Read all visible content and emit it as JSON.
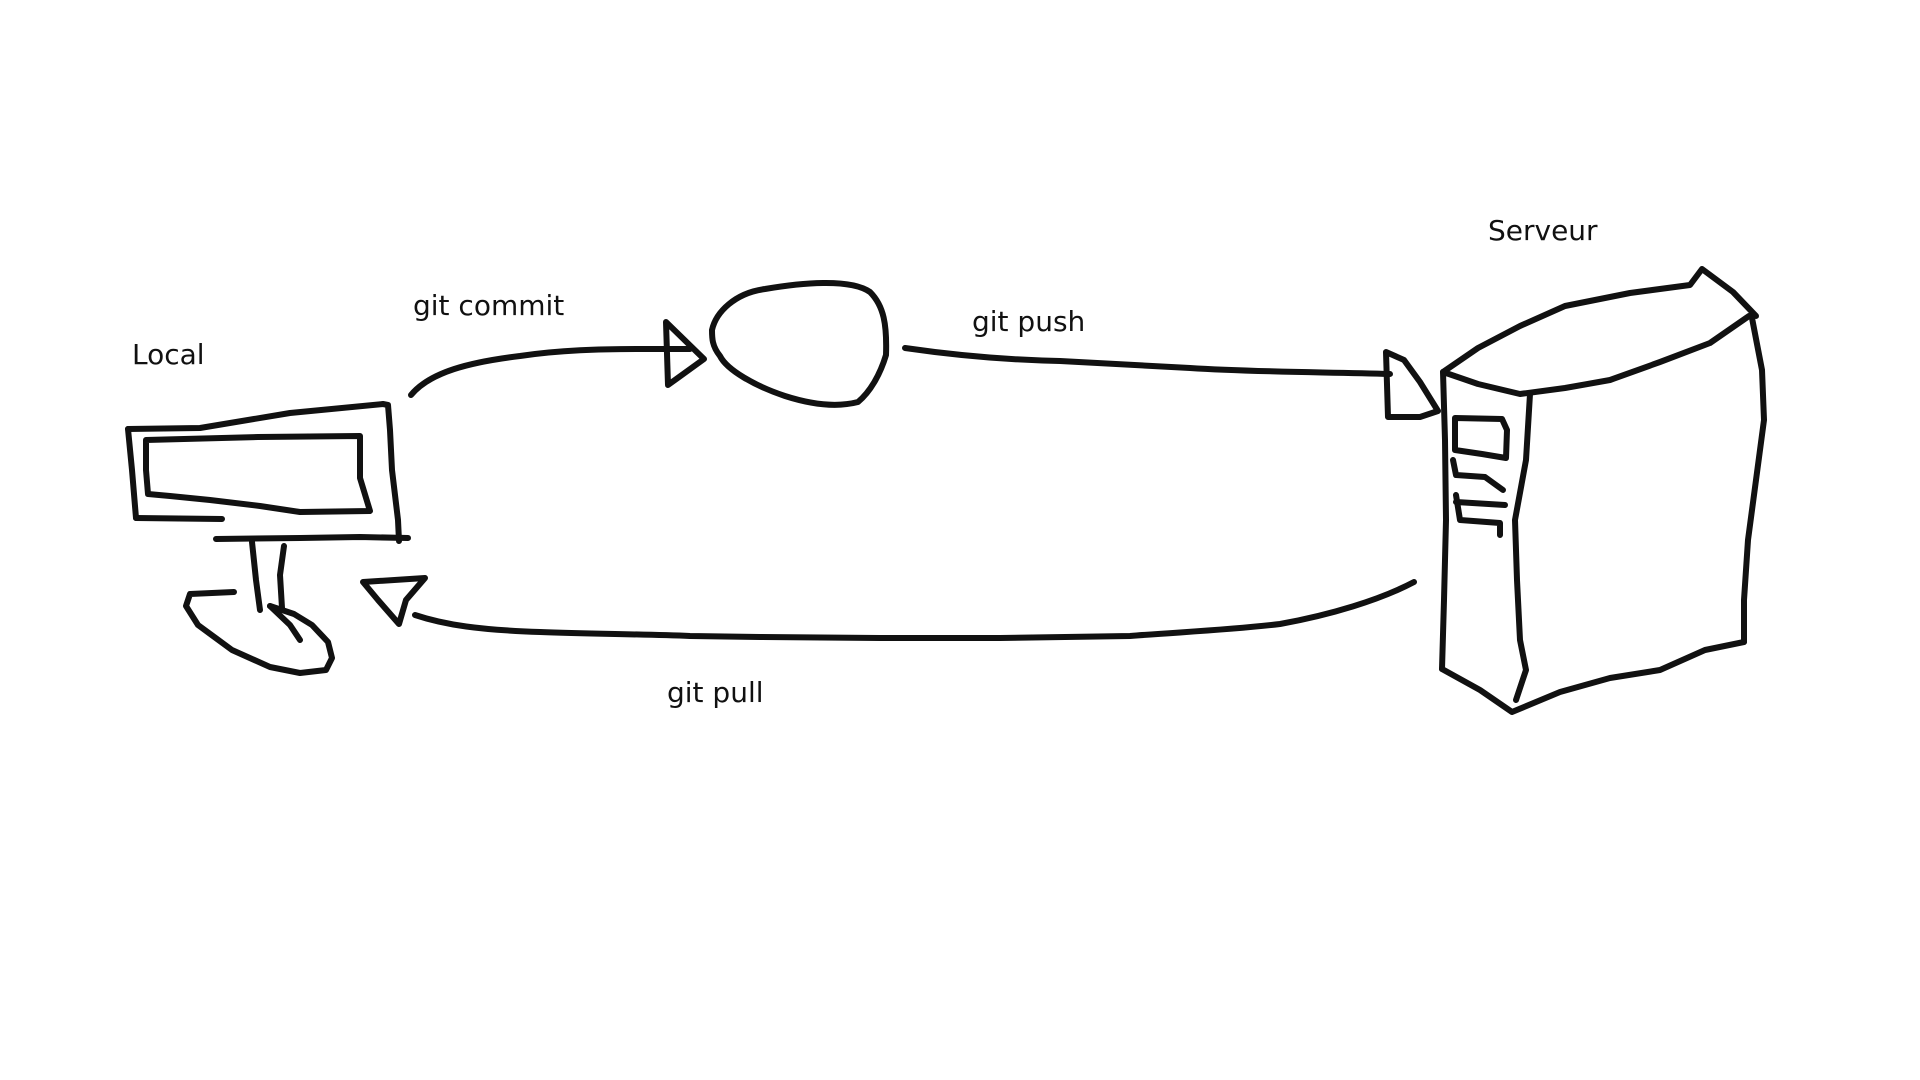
{
  "labels": {
    "local": "Local",
    "serveur": "Serveur",
    "commit": "git commit",
    "push": "git push",
    "pull": "git pull"
  },
  "nodes": [
    {
      "id": "local",
      "icon": "computer-icon",
      "label_key": "local"
    },
    {
      "id": "staging",
      "icon": "circle-node",
      "label_key": null
    },
    {
      "id": "serveur",
      "icon": "server-tower-icon",
      "label_key": "serveur"
    }
  ],
  "edges": [
    {
      "from": "local",
      "to": "staging",
      "label_key": "commit"
    },
    {
      "from": "staging",
      "to": "serveur",
      "label_key": "push"
    },
    {
      "from": "serveur",
      "to": "local",
      "label_key": "pull"
    }
  ],
  "colors": {
    "background": "#ffffff",
    "ink": "#111111"
  }
}
